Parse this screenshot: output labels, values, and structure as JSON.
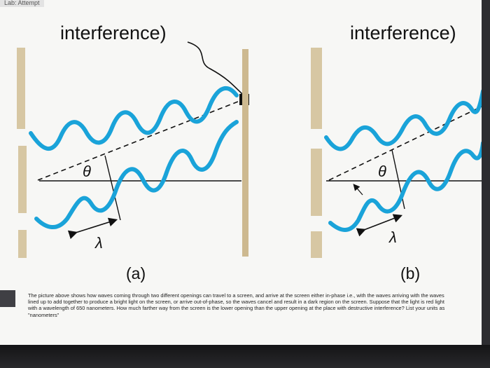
{
  "window": {
    "tab_title": "Lab: Attempt"
  },
  "figure": {
    "left_title": "interference)",
    "right_title": "interference)",
    "theta_symbol": "θ",
    "lambda_symbol": "λ",
    "left_caption": "(a)",
    "right_caption": "(b)"
  },
  "question": {
    "text": "The picture above shows how waves coming through two different openings can travel to a screen, and arrive at the screen either in-phase i.e., with the waves arriving with the waves lined up to add together to produce a bright light on the screen, or arrive out-of-phase, so the waves cancel and result in a dark region on the screen. Suppose that the light is red light with a wavelength of 650 nanometers. How much farther way from the screen is the lower opening than the upper opening at the place with destructive interference? List your units as \"nanometers\""
  },
  "colors": {
    "wave": "#1aa3d9",
    "barrier": "#d7c7a3",
    "screen_bar": "#cdb990",
    "ink": "#111111",
    "background": "#f7f7f5"
  }
}
